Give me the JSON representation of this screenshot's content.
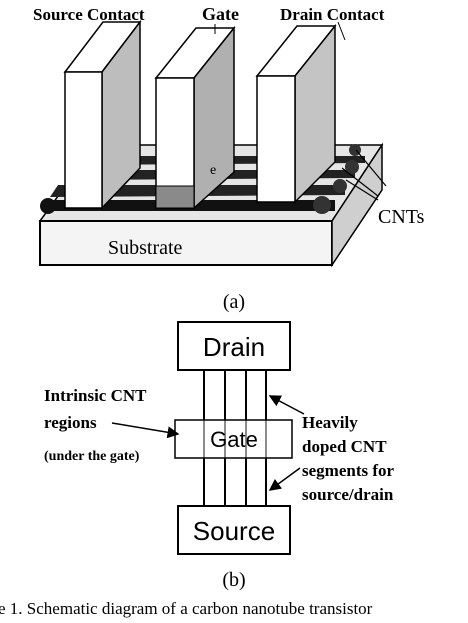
{
  "part_a": {
    "labels": {
      "source_contact": "Source Contact",
      "gate": "Gate",
      "drain_contact": "Drain Contact",
      "cnts": "CNTs",
      "substrate": "Substrate"
    },
    "caption": "(a)"
  },
  "part_b": {
    "blocks": {
      "drain": "Drain",
      "gate": "Gate",
      "source": "Source"
    },
    "annotations": {
      "intrinsic_line1": "Intrinsic CNT",
      "intrinsic_line2": "regions",
      "intrinsic_line3": "(under the gate)",
      "doped_line1": "Heavily",
      "doped_line2": "doped CNT",
      "doped_line3": "segments for",
      "doped_line4": "source/drain"
    },
    "caption": "(b)"
  },
  "figure_caption": "e 1. Schematic diagram of a carbon nanotube transistor"
}
